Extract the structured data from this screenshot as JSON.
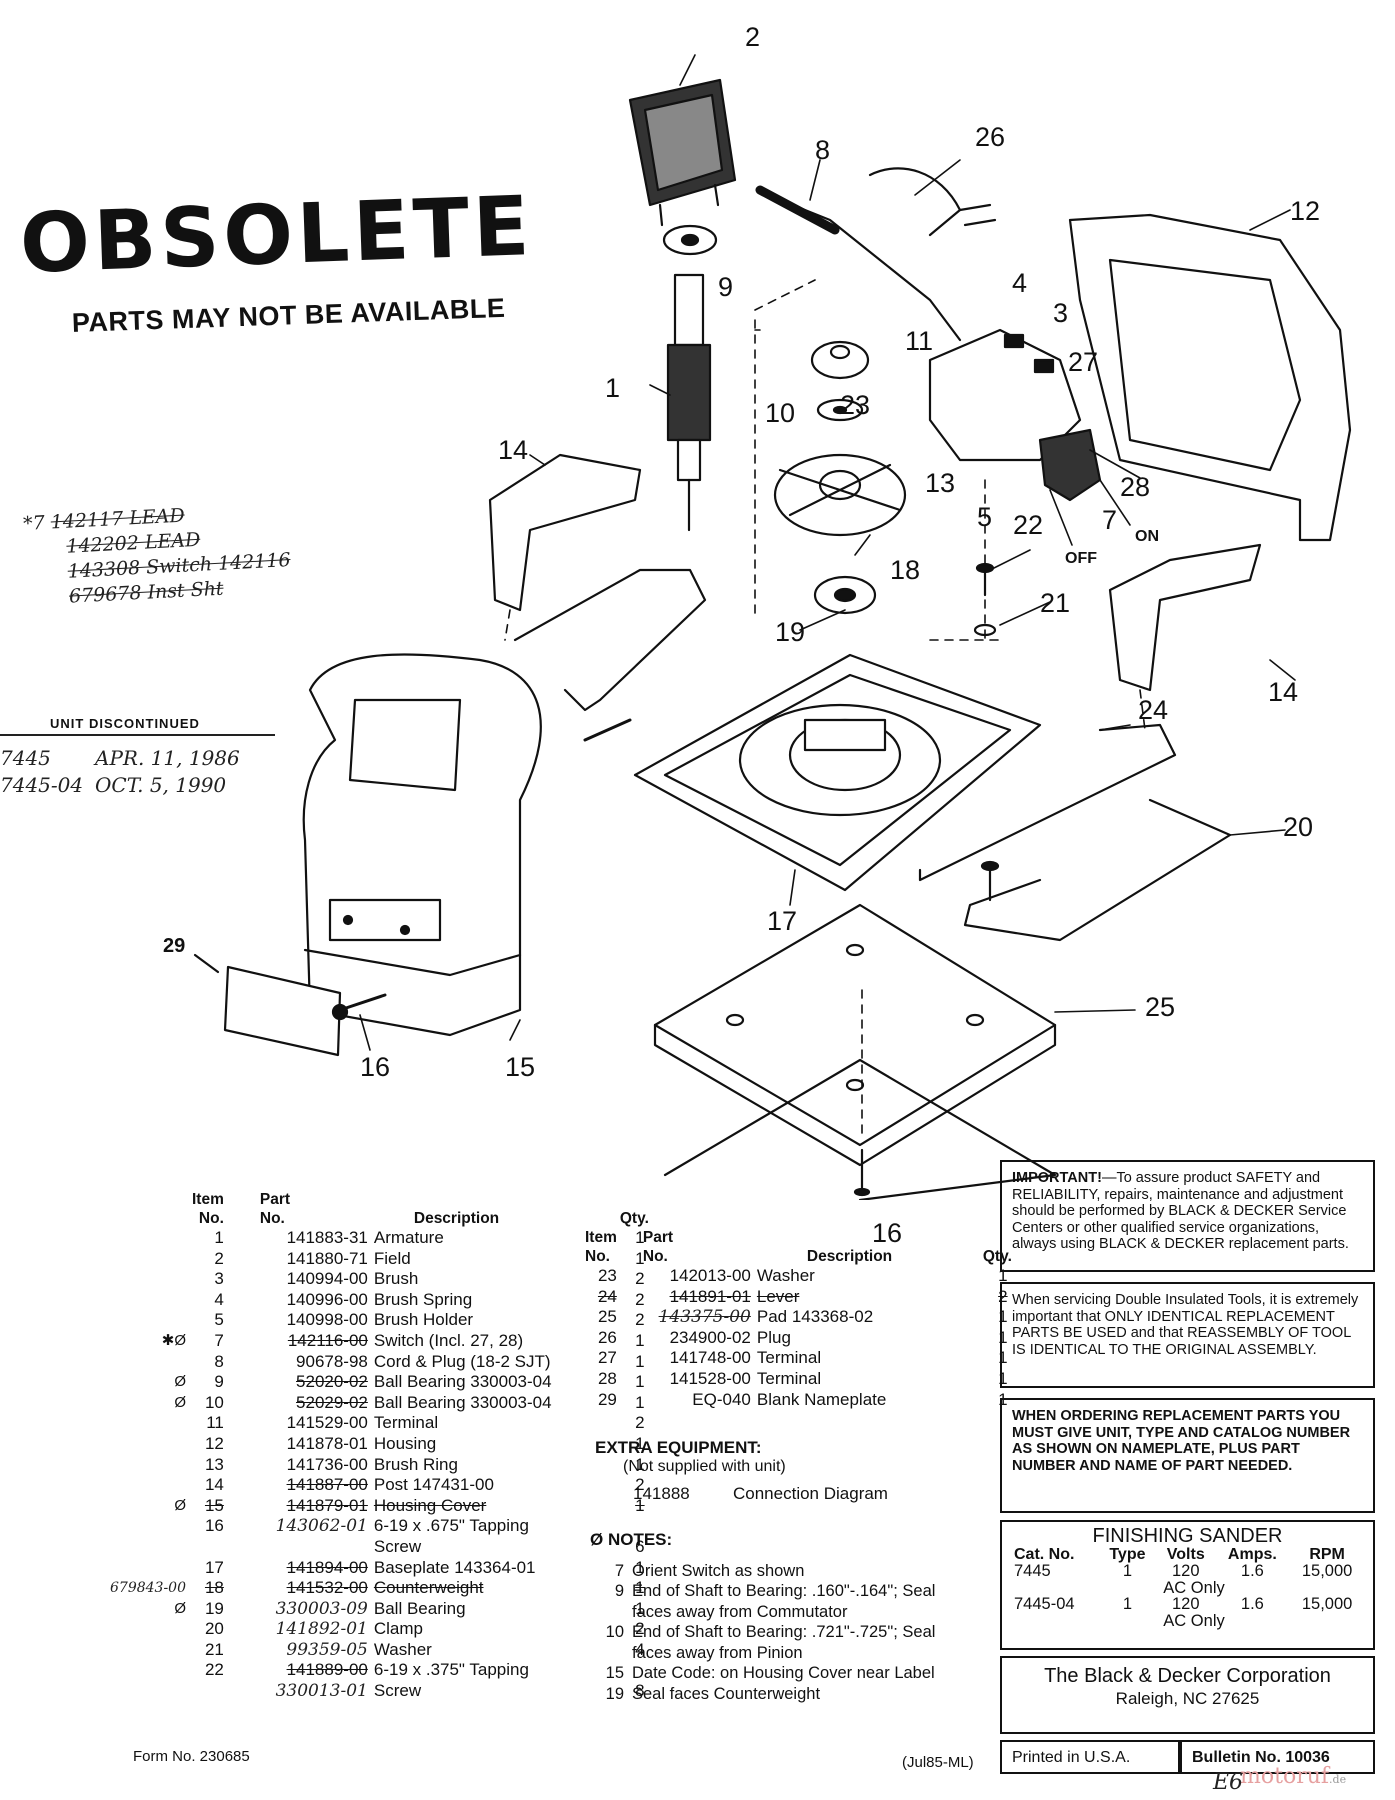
{
  "stamp": {
    "title": "OBSOLETE",
    "subtitle": "PARTS MAY NOT BE AVAILABLE"
  },
  "handwritten_notes": [
    {
      "mark": "*7",
      "text": "142117 LEAD",
      "struck": true
    },
    {
      "mark": "",
      "text": "142202 LEAD",
      "struck": true
    },
    {
      "mark": "",
      "text": "143308 Switch 142116",
      "struck": true
    },
    {
      "mark": "",
      "text": "679678 Inst Sht",
      "struck": true
    }
  ],
  "discontinued": {
    "heading": "UNIT DISCONTINUED",
    "rows": [
      {
        "cat": "7445",
        "date": "APR. 11, 1986"
      },
      {
        "cat": "7445-04",
        "date": "OCT. 5, 1990"
      }
    ]
  },
  "callouts": [
    "1",
    "2",
    "3",
    "4",
    "5",
    "7",
    "8",
    "9",
    "10",
    "11",
    "12",
    "13",
    "14",
    "14",
    "15",
    "16",
    "16",
    "17",
    "18",
    "19",
    "20",
    "21",
    "22",
    "23",
    "24",
    "25",
    "26",
    "27",
    "28",
    "29"
  ],
  "diagram_labels": {
    "off": "OFF",
    "on": "ON"
  },
  "parts_table_1": {
    "headers": {
      "item": "Item\nNo.",
      "part": "Part\nNo.",
      "desc": "Description",
      "qty": "Qty."
    },
    "rows": [
      {
        "mark": "",
        "no": "1",
        "part": "141883-31",
        "desc": "Armature",
        "qty": "1"
      },
      {
        "mark": "",
        "no": "2",
        "part": "141880-71",
        "desc": "Field",
        "qty": "1"
      },
      {
        "mark": "",
        "no": "3",
        "part": "140994-00",
        "desc": "Brush",
        "qty": "2"
      },
      {
        "mark": "",
        "no": "4",
        "part": "140996-00",
        "desc": "Brush Spring",
        "qty": "2"
      },
      {
        "mark": "",
        "no": "5",
        "part": "140998-00",
        "desc": "Brush Holder",
        "qty": "2"
      },
      {
        "mark": "✱Ø",
        "no": "7",
        "part": "142116-00",
        "desc": "Switch (Incl. 27, 28)",
        "qty": "1"
      },
      {
        "mark": "",
        "no": "8",
        "part": "90678-98",
        "desc": "Cord & Plug (18-2 SJT)",
        "qty": "1"
      },
      {
        "mark": "Ø",
        "no": "9",
        "part": "52020-02",
        "desc": "Ball Bearing 330003-04",
        "qty": "1"
      },
      {
        "mark": "Ø",
        "no": "10",
        "part": "52029-02",
        "desc": "Ball Bearing 330003-04",
        "qty": "1"
      },
      {
        "mark": "",
        "no": "11",
        "part": "141529-00",
        "desc": "Terminal",
        "qty": "2"
      },
      {
        "mark": "",
        "no": "12",
        "part": "141878-01",
        "desc": "Housing",
        "qty": "1"
      },
      {
        "mark": "",
        "no": "13",
        "part": "141736-00",
        "desc": "Brush Ring",
        "qty": "1"
      },
      {
        "mark": "",
        "no": "14",
        "part": "141887-00",
        "desc": "Post 147431-00",
        "qty": "2"
      },
      {
        "mark": "Ø",
        "no": "15",
        "part": "141879-01",
        "desc": "Housing Cover",
        "qty": "1"
      },
      {
        "mark": "",
        "no": "16",
        "part": "143062-01",
        "desc": "6-19 x .675\" Tapping",
        "qty": ""
      },
      {
        "mark": "",
        "no": "",
        "part": "",
        "desc": "Screw",
        "qty": "6"
      },
      {
        "mark": "",
        "no": "17",
        "part": "141894-00",
        "desc": "Baseplate 143364-01",
        "qty": "1"
      },
      {
        "mark": "679843-00",
        "no": "18",
        "part": "141532-00",
        "desc": "Counterweight",
        "qty": "1"
      },
      {
        "mark": "Ø",
        "no": "19",
        "part": "330003-09",
        "desc": "Ball Bearing",
        "qty": "1"
      },
      {
        "mark": "",
        "no": "20",
        "part": "141892-01",
        "desc": "Clamp",
        "qty": "2"
      },
      {
        "mark": "",
        "no": "21",
        "part": "99359-05",
        "desc": "Washer",
        "qty": "4"
      },
      {
        "mark": "",
        "no": "22",
        "part": "141889-00",
        "desc": "6-19 x .375\" Tapping",
        "qty": ""
      },
      {
        "mark": "",
        "no": "",
        "part": "330013-01",
        "desc": "Screw",
        "qty": "8"
      }
    ]
  },
  "parts_table_2": {
    "headers": {
      "item": "Item\nNo.",
      "part": "Part\nNo.",
      "desc": "Description",
      "qty": "Qty."
    },
    "rows": [
      {
        "no": "23",
        "part": "142013-00",
        "desc": "Washer",
        "qty": "1"
      },
      {
        "no": "24",
        "part": "141891-01",
        "desc": "Lever",
        "qty": "2"
      },
      {
        "no": "25",
        "part": "143375-00",
        "desc": "Pad 143368-02",
        "qty": "1"
      },
      {
        "no": "26",
        "part": "234900-02",
        "desc": "Plug",
        "qty": "1"
      },
      {
        "no": "27",
        "part": "141748-00",
        "desc": "Terminal",
        "qty": "1"
      },
      {
        "no": "28",
        "part": "141528-00",
        "desc": "Terminal",
        "qty": "1"
      },
      {
        "no": "29",
        "part": "EQ-040",
        "desc": "Blank Nameplate",
        "qty": "1"
      }
    ]
  },
  "extra_equipment": {
    "title": "EXTRA EQUIPMENT:",
    "subtitle": "(Not supplied with unit)",
    "part": "141888",
    "desc": "Connection Diagram"
  },
  "notes": {
    "title": "Ø NOTES:",
    "items": [
      {
        "no": "7",
        "text": "Orient Switch as shown"
      },
      {
        "no": "9",
        "text": "End of Shaft to Bearing: .160\"-.164\"; Seal faces away from Commutator"
      },
      {
        "no": "10",
        "text": "End of Shaft to Bearing: .721\"-.725\"; Seal faces away from Pinion"
      },
      {
        "no": "15",
        "text": "Date Code: on Housing Cover near Label"
      },
      {
        "no": "19",
        "text": "Seal faces Counterweight"
      }
    ]
  },
  "info_box": {
    "important_label": "IMPORTANT!",
    "important_text": "—To assure product SAFETY and RELIABILITY, repairs, maintenance and adjustment should be performed by BLACK & DECKER Service Centers or other qualified service organizations, always using BLACK & DECKER replacement parts.",
    "double_insulated": "When servicing Double Insulated Tools, it is extremely important that ONLY IDENTICAL REPLACEMENT PARTS BE USED and that REASSEMBLY OF TOOL IS IDENTICAL TO THE ORIGINAL ASSEMBLY.",
    "ordering": "WHEN ORDERING REPLACEMENT PARTS YOU MUST GIVE UNIT, TYPE AND CATALOG NUMBER AS SHOWN ON NAMEPLATE, PLUS PART NUMBER AND NAME OF PART NEEDED.",
    "product_title": "FINISHING SANDER",
    "spec_headers": [
      "Cat. No.",
      "Type",
      "Volts",
      "Amps.",
      "RPM"
    ],
    "spec_rows": [
      {
        "cat": "7445",
        "type": "1",
        "volts": "120",
        "amps": "1.6",
        "rpm": "15,000",
        "note": "AC Only"
      },
      {
        "cat": "7445-04",
        "type": "1",
        "volts": "120",
        "amps": "1.6",
        "rpm": "15,000",
        "note": "AC Only"
      }
    ],
    "company": "The Black & Decker Corporation",
    "city": "Raleigh, NC 27625",
    "printed": "Printed in U.S.A.",
    "bulletin": "Bulletin No. 10036"
  },
  "footer": {
    "form_no": "Form No. 230685",
    "date_code": "(Jul85-ML)",
    "watermark": "motoruf",
    "watermark_tld": ".de",
    "corner_mark": "E6"
  }
}
